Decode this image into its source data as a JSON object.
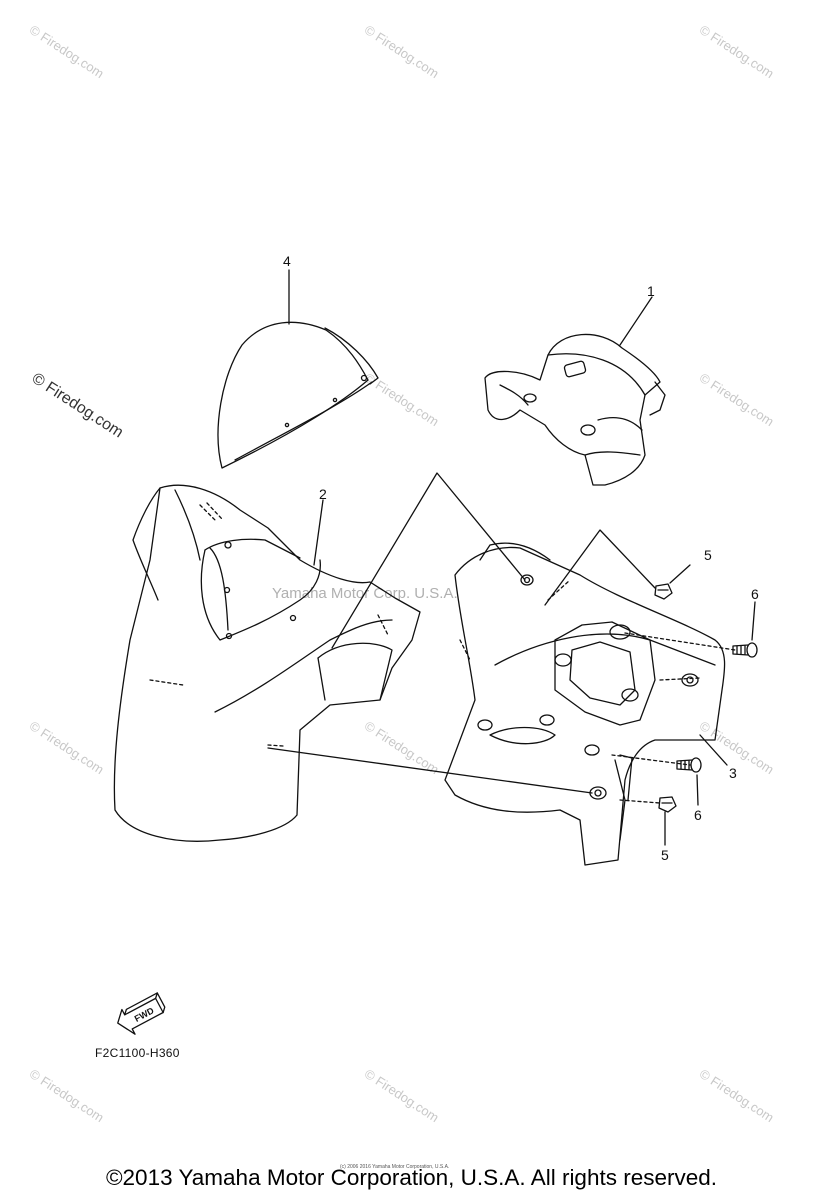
{
  "watermarks": {
    "site_text": "© Firedog.com",
    "center_text": "Yamaha Motor Corp. U.S.A."
  },
  "callouts": {
    "c1": "1",
    "c2": "2",
    "c3": "3",
    "c4": "4",
    "c5a": "5",
    "c5b": "5",
    "c6a": "6",
    "c6b": "6"
  },
  "fwd_label": "FWD",
  "part_code": "F2C1100-H360",
  "tiny_credit": "(c) 2006 2016 Yamaha Motor Corporation, U.S.A.",
  "footer": "©2013 Yamaha Motor Corporation, U.S.A. All rights reserved.",
  "colors": {
    "line": "#111111",
    "watermark": "#c8c8c8",
    "background": "#ffffff"
  }
}
